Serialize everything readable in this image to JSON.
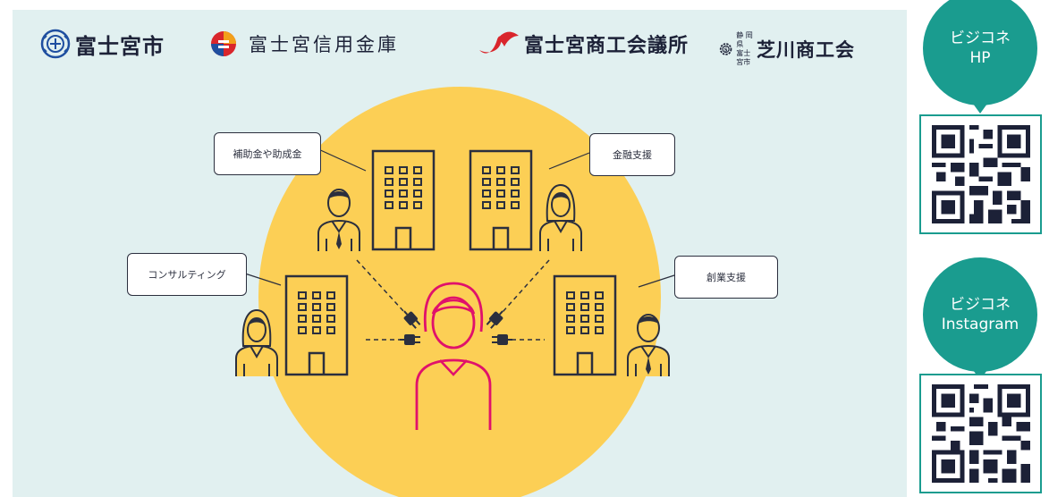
{
  "logos": {
    "fujinomiya_city": "富士宮市",
    "shinkin_bank": "富士宮信用金庫",
    "chamber": "富士宮商工会議所",
    "shibakawa_prefix_1": "静 岡 県",
    "shibakawa_prefix_2": "富士宮市",
    "shibakawa": "芝川商工会"
  },
  "callouts": {
    "subsidy": "補助金や助成金",
    "finance": "金融支援",
    "consulting": "コンサルティング",
    "startup": "創業支援"
  },
  "side": {
    "hp_line1": "ビジコネ",
    "hp_line2": "HP",
    "ig_line1": "ビジコネ",
    "ig_line2": "Instagram"
  },
  "colors": {
    "panel_bg": "#e1f0f0",
    "circle": "#fccf55",
    "accent_teal": "#1a9c8f",
    "person_center": "#e0116b",
    "line_dark": "#2b2f3e",
    "logo_red": "#d9262c",
    "logo_orange": "#f2a01b",
    "logo_blue": "#1f4fa0"
  },
  "icons": [
    "city-crest-icon",
    "shinkin-logo-icon",
    "chamber-logo-icon",
    "shibakawa-gear-icon",
    "building-icon",
    "businessman-icon",
    "businesswoman-icon",
    "plug-icon",
    "qr-code-icon"
  ]
}
